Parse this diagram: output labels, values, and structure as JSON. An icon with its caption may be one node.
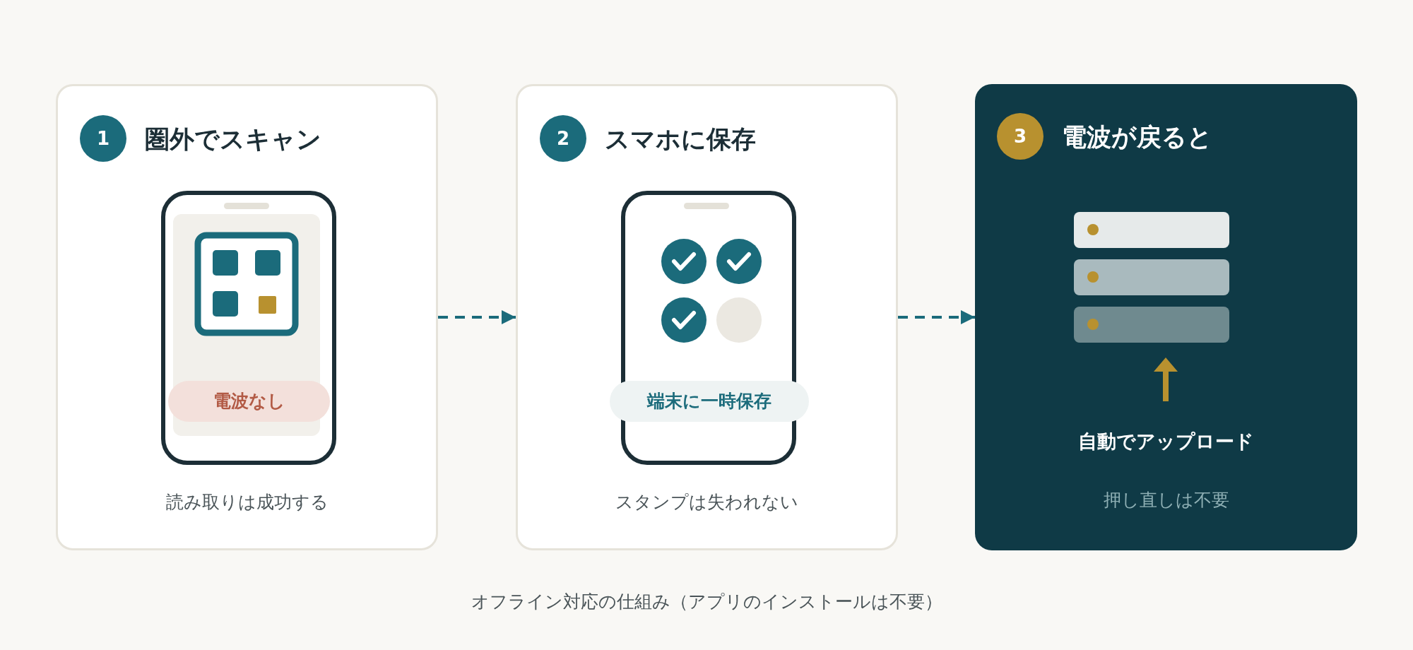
{
  "diagram": {
    "caption": "オフライン対応の仕組み（アプリのインストールは不要）",
    "nodes": [
      {
        "text": [
          "圏外でスキャン",
          "読み取りは成功する"
        ]
      },
      {
        "text": [
          "1"
        ],
        "in": 0
      },
      {
        "text": [
          "電波なし"
        ],
        "in": 0
      },
      {
        "text": [
          "スマホに保存",
          "スタンプは失われない"
        ]
      },
      {
        "text": [
          "2"
        ],
        "in": 3
      },
      {
        "text": [
          "端末に一時保存"
        ],
        "in": 3
      },
      {
        "text": [
          "電波が戻ると",
          "自動でアップロード",
          "押し直しは不要"
        ]
      },
      {
        "text": [
          "3"
        ],
        "in": 6
      }
    ],
    "edges": [
      {
        "from": 0,
        "to": 3,
        "arrow": "to",
        "style": "dashed"
      },
      {
        "from": 3,
        "to": 6,
        "arrow": "to",
        "style": "dashed"
      }
    ]
  }
}
